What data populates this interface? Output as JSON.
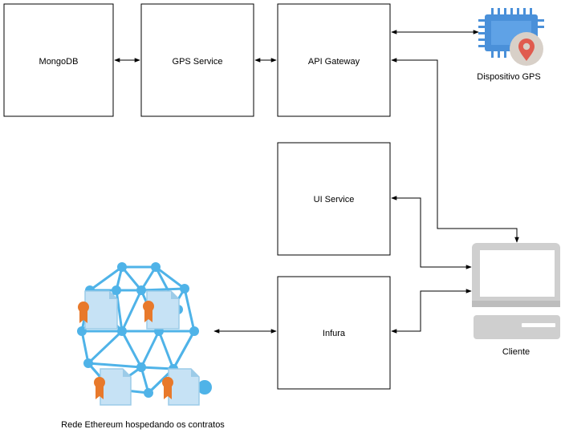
{
  "diagram": {
    "nodes": {
      "mongodb": "MongoDB",
      "gps_service": "GPS Service",
      "api_gateway": "API Gateway",
      "ui_service": "UI Service",
      "infura": "Infura"
    },
    "icons": {
      "gps_device": {
        "icon": "chip-with-location-pin-icon",
        "label": "Dispositivo GPS"
      },
      "client": {
        "icon": "desktop-computer-icon",
        "label": "Cliente"
      },
      "ethereum": {
        "icon": "blockchain-network-with-contracts-icon",
        "label": "Rede Ethereum hospedando os contratos"
      }
    },
    "edges": [
      {
        "from": "mongodb",
        "to": "gps_service",
        "arrows": "both"
      },
      {
        "from": "gps_service",
        "to": "api_gateway",
        "arrows": "both"
      },
      {
        "from": "api_gateway",
        "to": "gps_device",
        "arrows": "both"
      },
      {
        "from": "client",
        "to": "api_gateway",
        "arrows": "both"
      },
      {
        "from": "client",
        "to": "ui_service",
        "arrows": "both"
      },
      {
        "from": "client",
        "to": "infura",
        "arrows": "both"
      },
      {
        "from": "ethereum",
        "to": "infura",
        "arrows": "both"
      }
    ],
    "colors": {
      "chip": "#4a90d9",
      "pin_badge": "#d8d0c8",
      "pin": "#e05a4e",
      "monitor": "#cfcfcf",
      "network": "#4fb3e8",
      "ribbon": "#e8792b"
    }
  }
}
